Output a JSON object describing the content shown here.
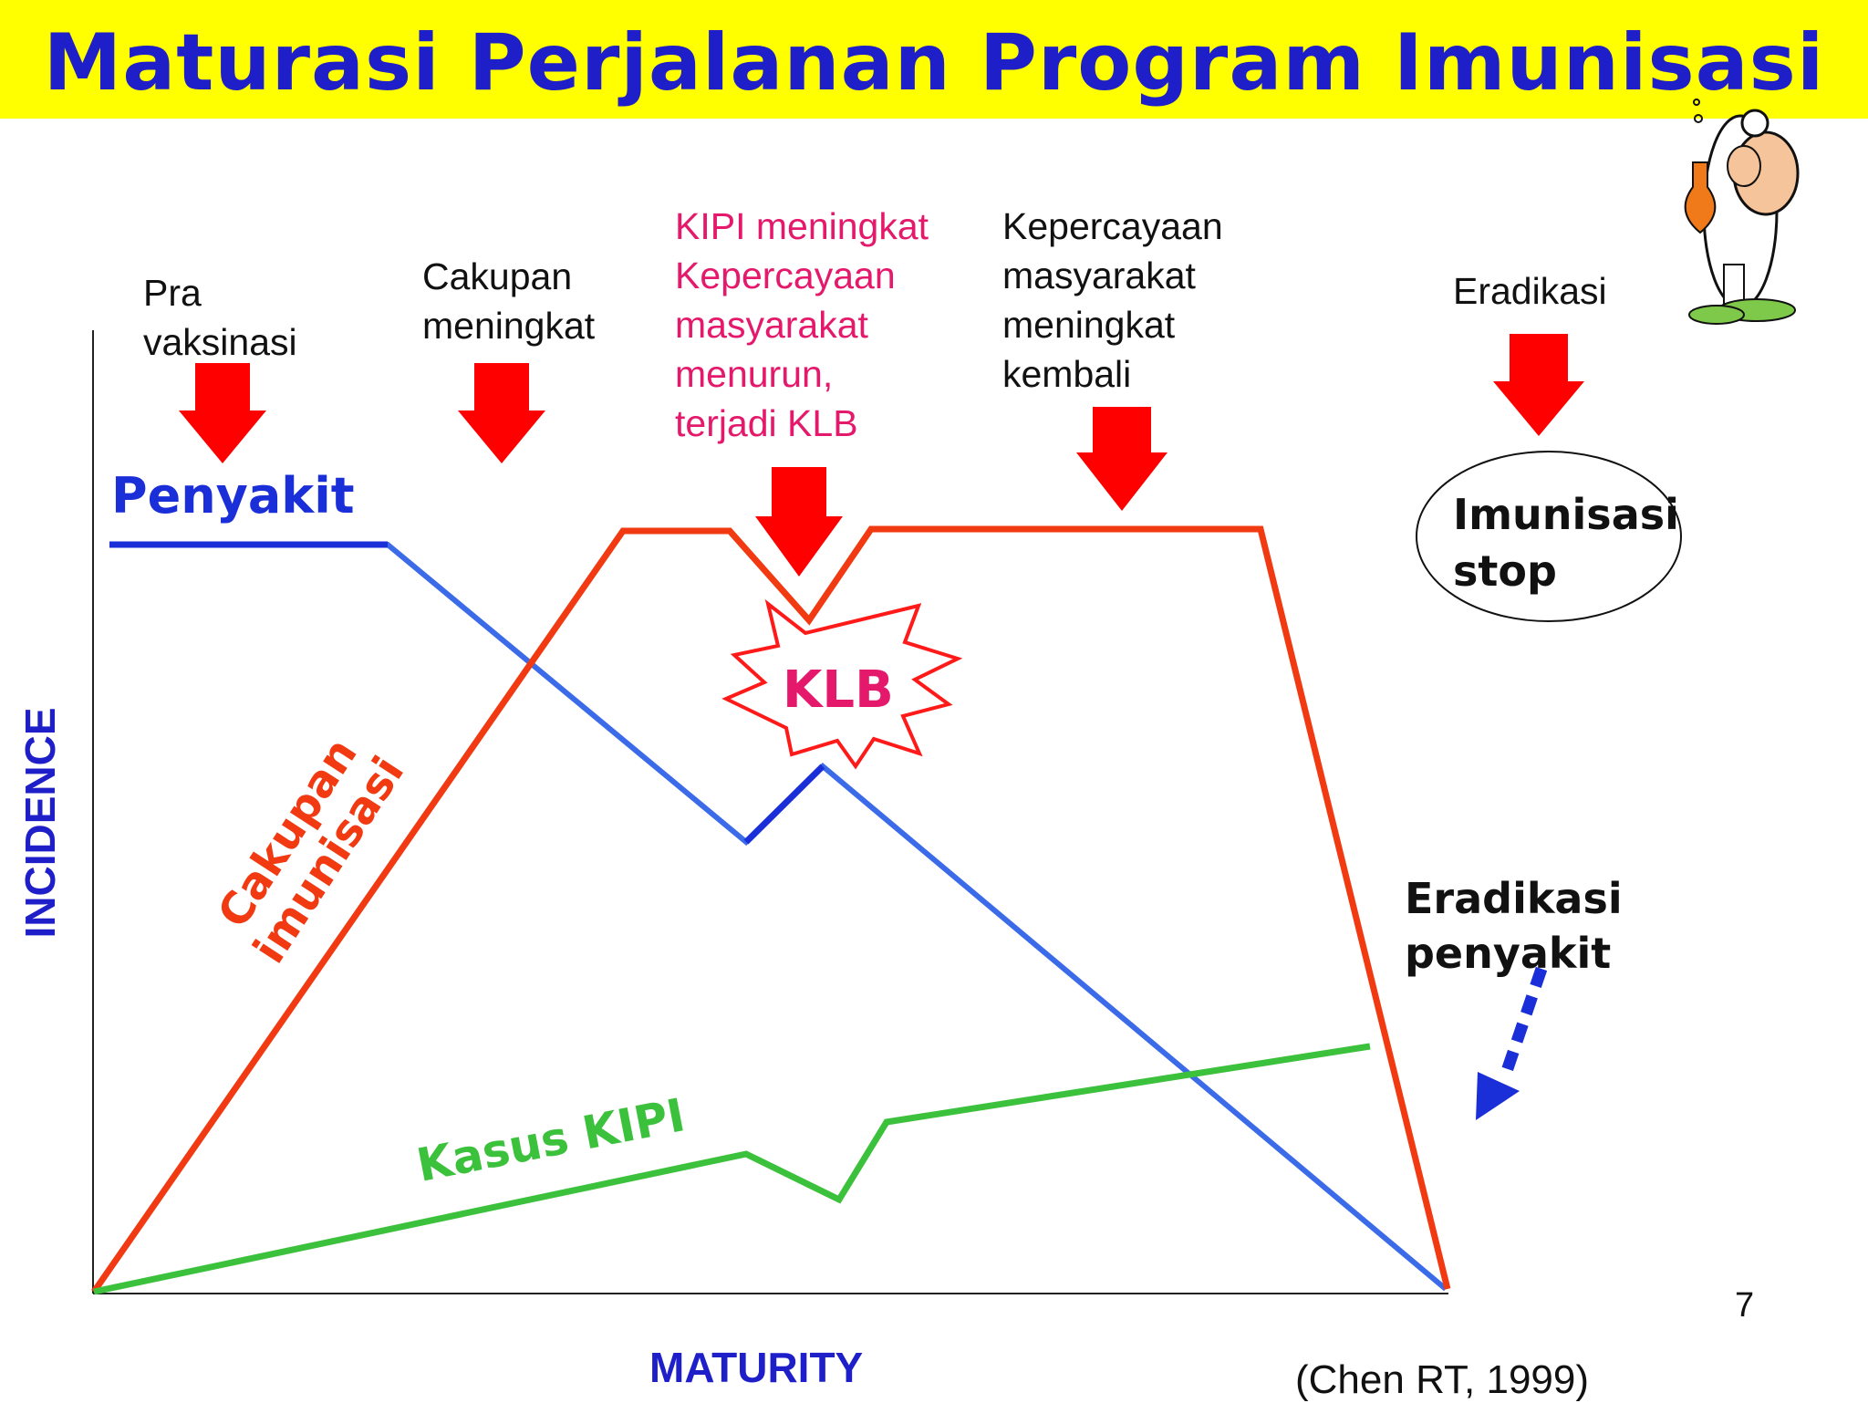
{
  "title": "Maturasi Perjalanan Program Imunisasi",
  "stages": {
    "pra": "Pra\nvaksinasi",
    "cakupan": "Cakupan\nmeningkat",
    "kipi": "KIPI meningkat\nKepercayaan\nmasyarakat\nmenurun,\nterjadi KLB",
    "kepercayaan": "Kepercayaan\nmasyarakat\nmeningkat\nkembali",
    "eradikasi": "Eradikasi"
  },
  "labels": {
    "penyakit": "Penyakit",
    "cakupan_imunisasi": "Cakupan\nimunisasi",
    "kasus_kipi": "Kasus KIPI",
    "klb": "KLB",
    "imunisasi_stop": "Imunisasi\nstop",
    "eradikasi_penyakit": "Eradikasi\npenyakit"
  },
  "axes": {
    "y": "INCIDENCE",
    "x": "MATURITY"
  },
  "footer": {
    "page_number": "7",
    "citation": "(Chen RT, 1999)"
  },
  "colors": {
    "title_background": "#ffff00",
    "title_text": "#1f1fc9",
    "penyakit_line": "#3b6be8",
    "penyakit_label": "#1a2fd8",
    "cakupan_line": "#f23a12",
    "kipi_line": "#3cc13c",
    "arrow": "#ff0000",
    "klb_text": "#e5196b",
    "dotted_arrow": "#1a2fd8"
  },
  "icons": {
    "stage_arrows": "down-arrow-icon",
    "klb_burst": "explosion-burst-icon",
    "scientist": "scientist-illustration",
    "eradication_arrow": "dotted-down-arrow-icon"
  }
}
